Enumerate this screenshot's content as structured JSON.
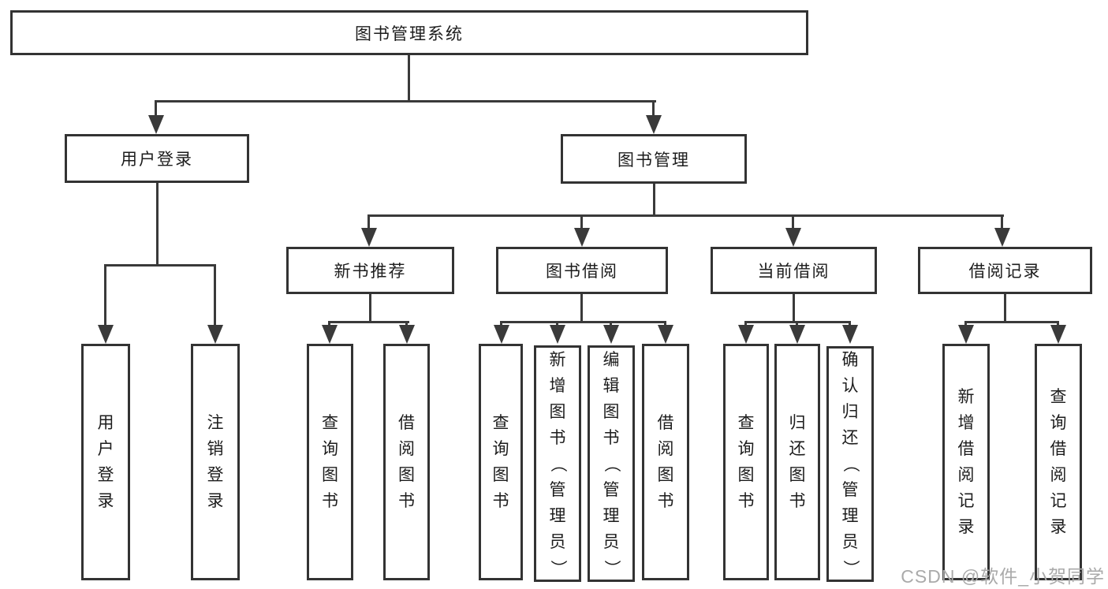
{
  "diagram": {
    "title": "图书管理系统",
    "type": "hierarchy-tree",
    "colors": {
      "line": "#3a3a3a",
      "box_border": "#333333",
      "text": "#1c1c1c",
      "background": "#ffffff",
      "watermark": "#aaaaaa"
    },
    "nodes": {
      "root": {
        "label": "图书管理系统"
      },
      "user_login": {
        "label": "用户登录"
      },
      "book_mgmt": {
        "label": "图书管理"
      },
      "new_book_rec": {
        "label": "新书推荐"
      },
      "book_borrow": {
        "label": "图书借阅"
      },
      "current_borrow": {
        "label": "当前借阅"
      },
      "borrow_records": {
        "label": "借阅记录"
      },
      "leaf_user_login": {
        "label": "用户登录"
      },
      "leaf_logout": {
        "label": "注销登录"
      },
      "leaf_rec_query": {
        "label": "查询图书"
      },
      "leaf_rec_borrow": {
        "label": "借阅图书"
      },
      "leaf_bb_query": {
        "label": "查询图书"
      },
      "leaf_bb_add": {
        "label": "新增图书（管理员）"
      },
      "leaf_bb_edit": {
        "label": "编辑图书（管理员）"
      },
      "leaf_bb_borrow": {
        "label": "借阅图书"
      },
      "leaf_cb_query": {
        "label": "查询图书"
      },
      "leaf_cb_return": {
        "label": "归还图书"
      },
      "leaf_cb_confirm": {
        "label": "确认归还（管理员）"
      },
      "leaf_br_add": {
        "label": "新增借阅记录"
      },
      "leaf_br_query": {
        "label": "查询借阅记录"
      }
    },
    "tree": {
      "图书管理系统": {
        "用户登录": [
          "用户登录",
          "注销登录"
        ],
        "图书管理": {
          "新书推荐": [
            "查询图书",
            "借阅图书"
          ],
          "图书借阅": [
            "查询图书",
            "新增图书（管理员）",
            "编辑图书（管理员）",
            "借阅图书"
          ],
          "当前借阅": [
            "查询图书",
            "归还图书",
            "确认归还（管理员）"
          ],
          "借阅记录": [
            "新增借阅记录",
            "查询借阅记录"
          ]
        }
      }
    },
    "watermark": "CSDN @软件_小贺同学"
  }
}
